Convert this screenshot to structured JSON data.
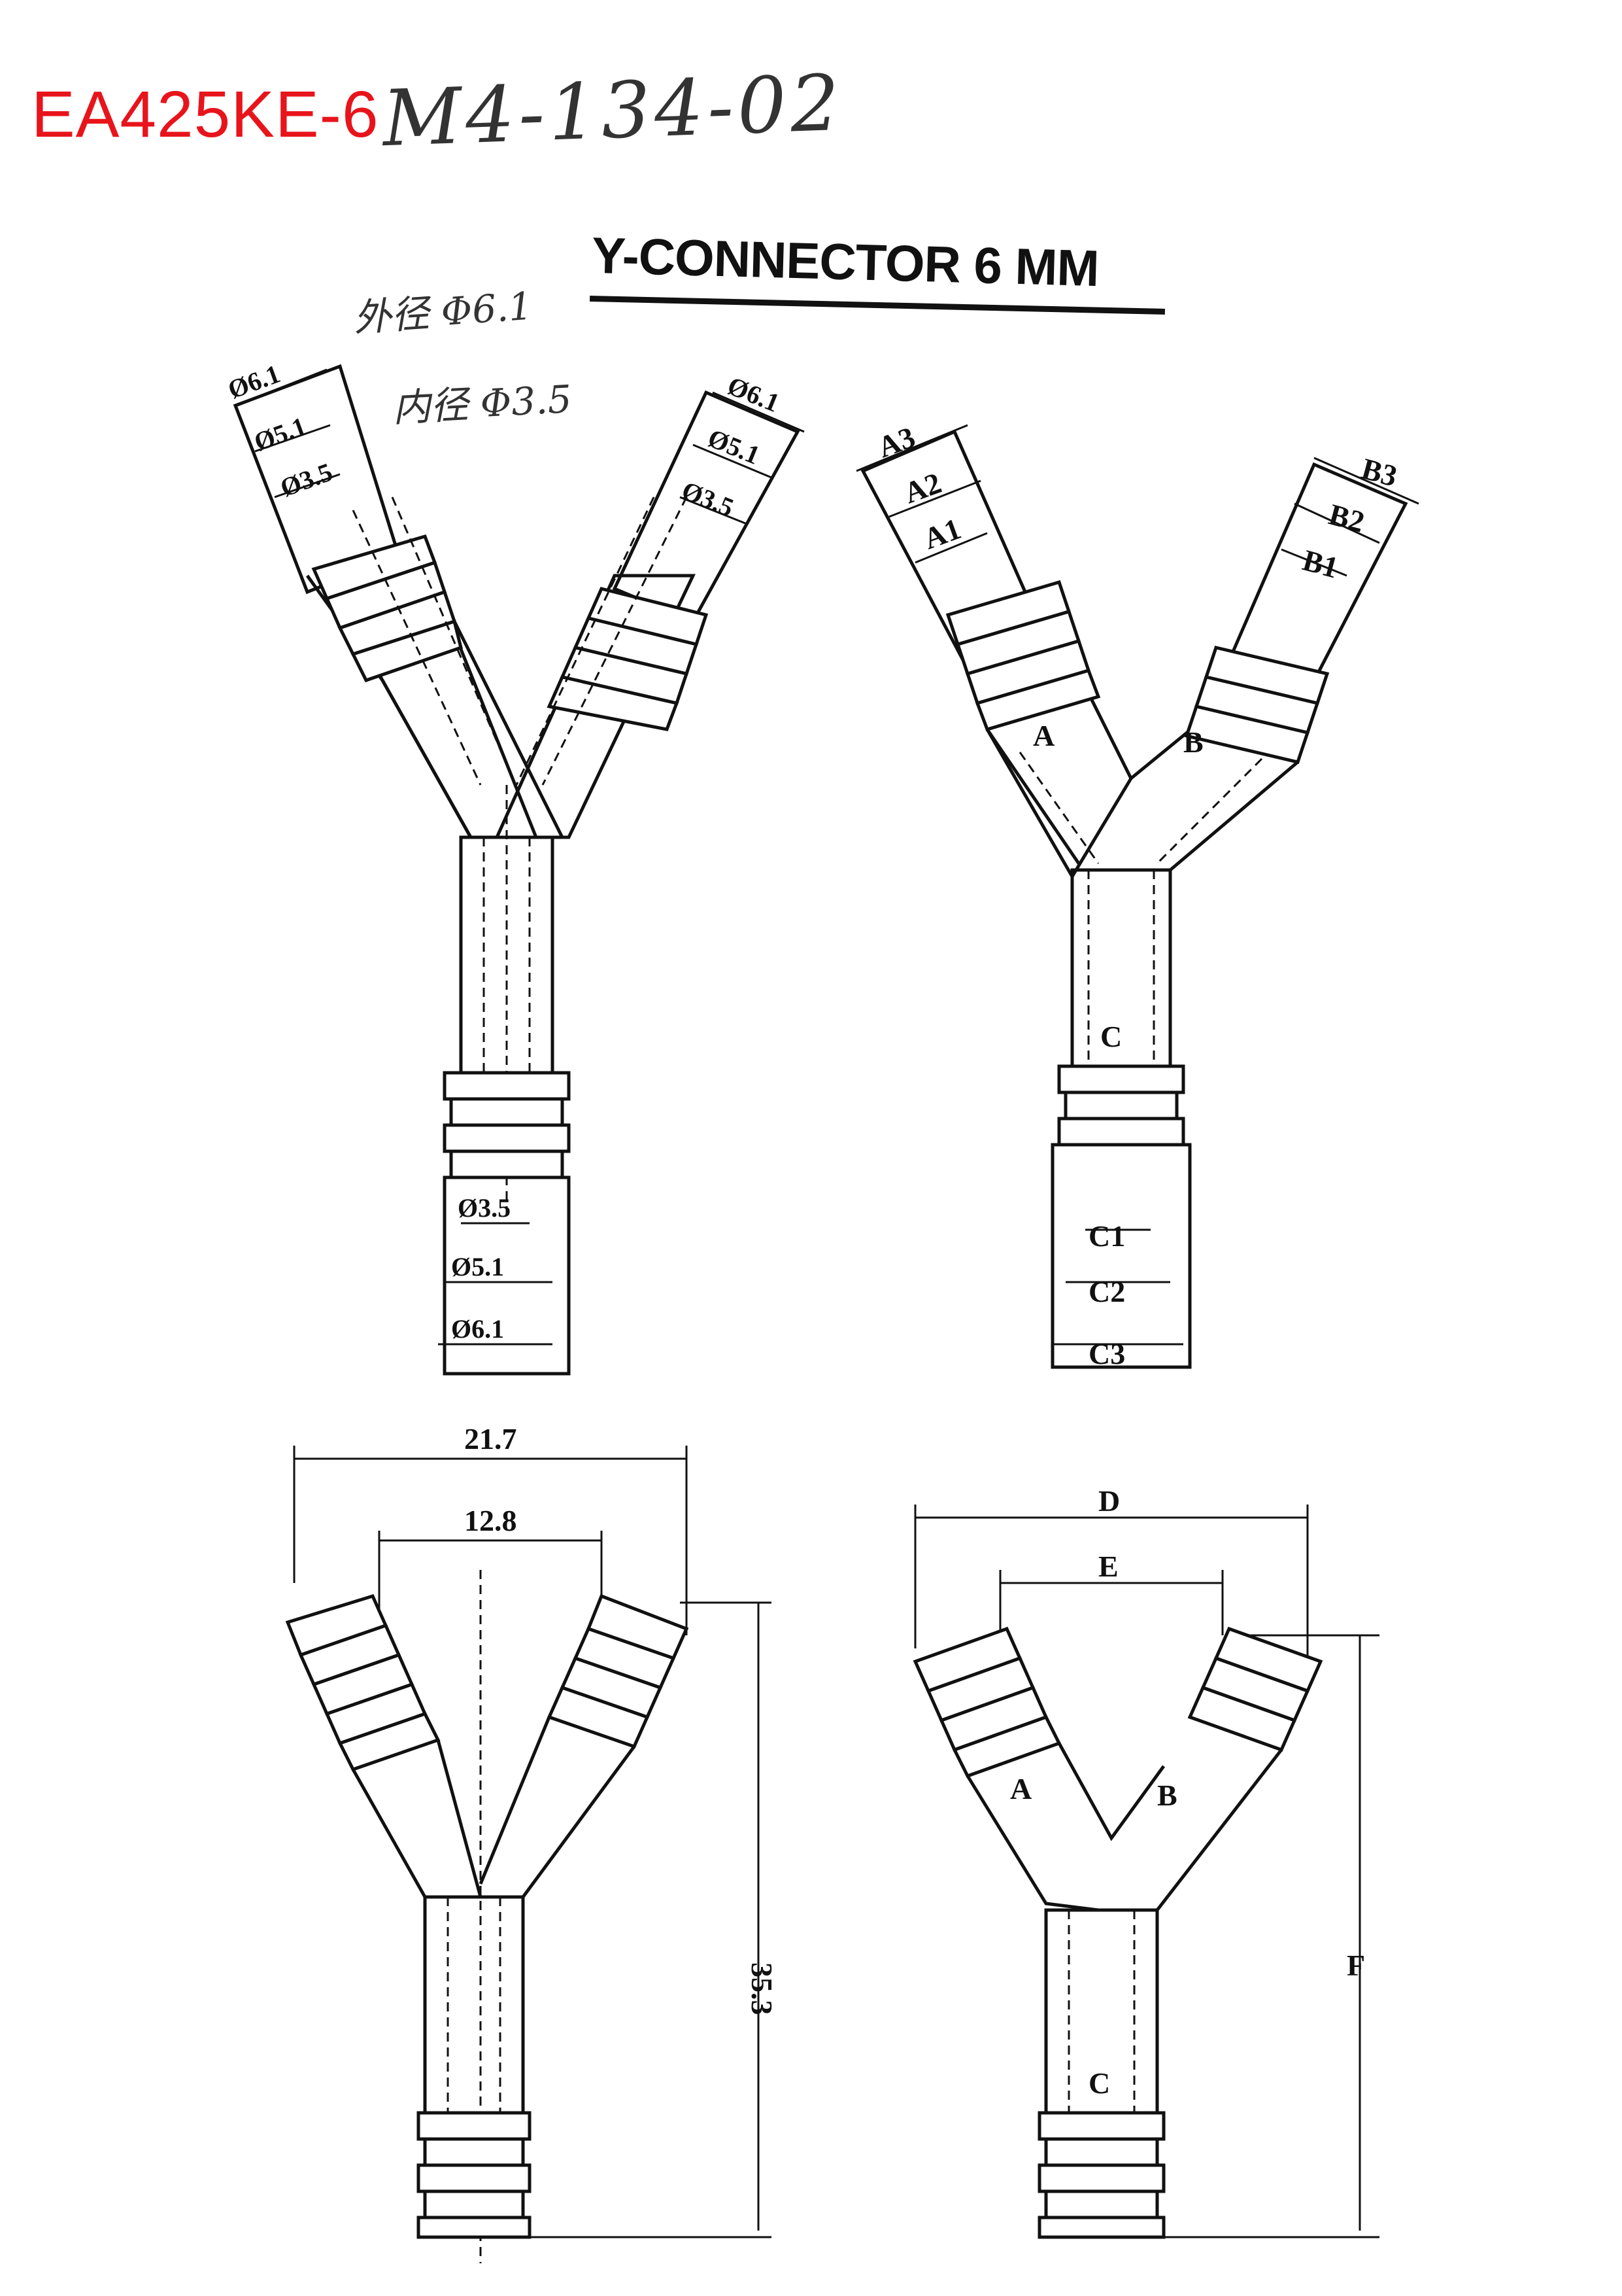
{
  "header": {
    "model_code": "EA425KE-6",
    "part_number": "M4-134-02"
  },
  "title": "Y-CONNECTOR 6 MM",
  "notes": {
    "outer_diameter": "外径 Φ6.1",
    "inner_diameter": "内径 Φ3.5"
  },
  "view1": {
    "left_branch": [
      "Ø6.1",
      "Ø5.1",
      "Ø3.5"
    ],
    "right_branch": [
      "Ø6.1",
      "Ø5.1",
      "Ø3.5"
    ],
    "bottom": [
      "Ø3.5",
      "Ø5.1",
      "Ø6.1"
    ]
  },
  "view2": {
    "left_branch": [
      "A3",
      "A2",
      "A1"
    ],
    "right_branch": [
      "B3",
      "B2",
      "B1"
    ],
    "arm_left": "A",
    "arm_right": "B",
    "stem": "C",
    "bottom": [
      "C1",
      "C2",
      "C3"
    ]
  },
  "view3": {
    "overall_width": "21.7",
    "inner_width": "12.8",
    "height": "35.3"
  },
  "view4": {
    "overall_width": "D",
    "inner_width": "E",
    "height": "F",
    "arm_left": "A",
    "arm_right": "B",
    "stem": "C"
  }
}
